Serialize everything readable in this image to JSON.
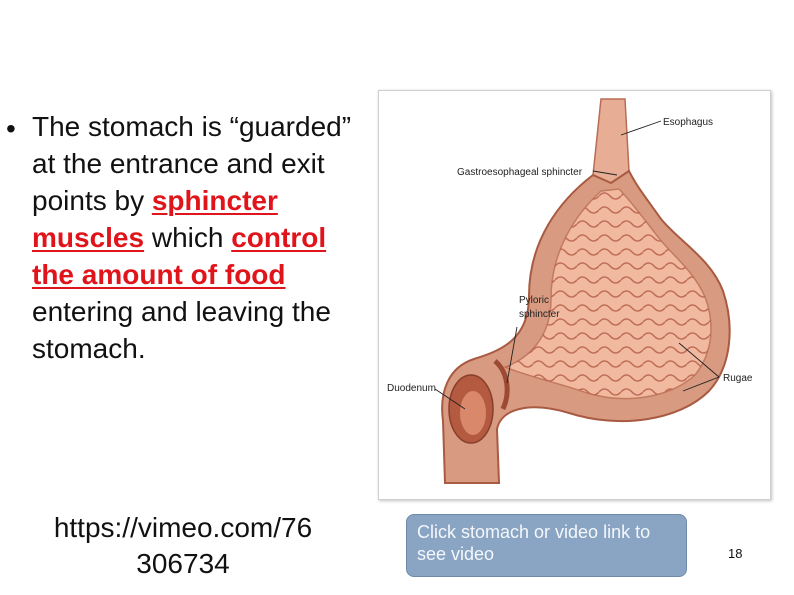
{
  "slide": {
    "bullet": {
      "part1": "The stomach is “guarded” at the entrance and exit points by ",
      "hl1": "sphincter muscles",
      "part2": " which ",
      "hl2": "control the amount of food",
      "part3": " entering and leaving the stomach."
    },
    "link_line1": "https://vimeo.com/76",
    "link_line2": "306734",
    "callout": "Click stomach or video link to see video",
    "page_number": "18"
  },
  "figure": {
    "labels": {
      "esophagus": "Esophagus",
      "gastro": "Gastroesophageal sphincter",
      "pyloric1": "Pyloric",
      "pyloric2": "sphincter",
      "duodenum": "Duodenum",
      "rugae": "Rugae"
    }
  },
  "colors": {
    "highlight": "#e0151b",
    "callout_fill": "#8aa5c3",
    "stomach_outer": "#d89a80",
    "stomach_inner": "#f0b9a0"
  }
}
